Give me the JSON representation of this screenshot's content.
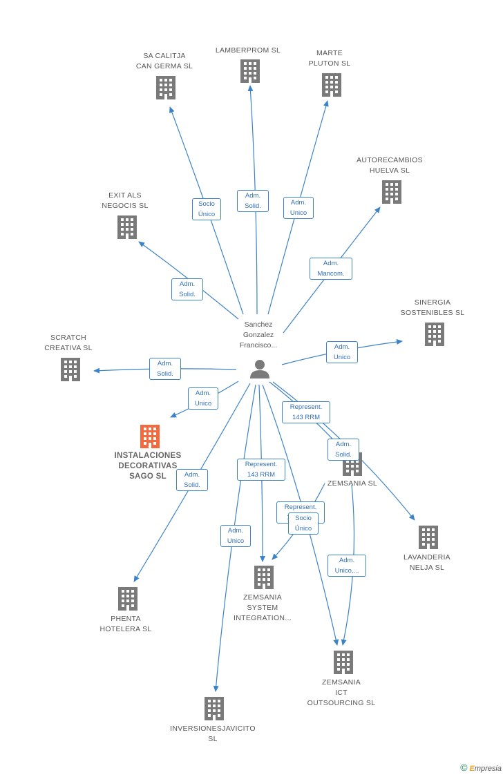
{
  "colors": {
    "edge": "#3b82c8",
    "building": "#7a7a7a",
    "highlight": "#f26a3d",
    "person": "#7a7a7a"
  },
  "person": {
    "lines": [
      "Sanchez",
      "Gonzalez",
      "Francisco..."
    ]
  },
  "nodes": [
    {
      "id": "sacalitja",
      "lines": [
        "SA CALITJA",
        "CAN GERMA SL"
      ]
    },
    {
      "id": "lamberprom",
      "lines": [
        "LAMBERPROM SL"
      ]
    },
    {
      "id": "marte",
      "lines": [
        "MARTE",
        "PLUTON SL"
      ]
    },
    {
      "id": "autorecambios",
      "lines": [
        "AUTORECAMBIOS",
        "HUELVA SL"
      ]
    },
    {
      "id": "exitals",
      "lines": [
        "EXIT ALS",
        "NEGOCIS SL"
      ]
    },
    {
      "id": "sinergia",
      "lines": [
        "SINERGIA",
        "SOSTENIBLES SL"
      ]
    },
    {
      "id": "scratch",
      "lines": [
        "SCRATCH",
        "CREATIVA SL"
      ]
    },
    {
      "id": "instalaciones",
      "lines": [
        "INSTALACIONES",
        "DECORATIVAS",
        "SAGO SL"
      ],
      "highlight": true
    },
    {
      "id": "zemsania",
      "lines": [
        "ZEMSANIA SL"
      ]
    },
    {
      "id": "lavanderia",
      "lines": [
        "LAVANDERIA",
        "NELJA SL"
      ]
    },
    {
      "id": "zsystem",
      "lines": [
        "ZEMSANIA",
        "SYSTEM",
        "INTEGRATION..."
      ]
    },
    {
      "id": "phenta",
      "lines": [
        "PHENTA",
        "HOTELERA SL"
      ]
    },
    {
      "id": "zict",
      "lines": [
        "ZEMSANIA",
        "ICT",
        "OUTSOURCING SL"
      ]
    },
    {
      "id": "inversiones",
      "lines": [
        "INVERSIONESJAVICITO",
        "SL"
      ]
    }
  ],
  "edge_labels": [
    {
      "id": "e-sacalitja",
      "lines": [
        "Socio",
        "Único"
      ]
    },
    {
      "id": "e-lamberprom",
      "lines": [
        "Adm.",
        "Solid."
      ]
    },
    {
      "id": "e-marte",
      "lines": [
        "Adm.",
        "Unico"
      ]
    },
    {
      "id": "e-autorecambios",
      "lines": [
        "Adm.",
        "Mancom."
      ]
    },
    {
      "id": "e-exitals",
      "lines": [
        "Adm.",
        "Solid."
      ]
    },
    {
      "id": "e-sinergia",
      "lines": [
        "Adm.",
        "Unico"
      ]
    },
    {
      "id": "e-scratch",
      "lines": [
        "Adm.",
        "Solid."
      ]
    },
    {
      "id": "e-instalaciones",
      "lines": [
        "Adm.",
        "Unico"
      ]
    },
    {
      "id": "e-zemsania-rep",
      "lines": [
        "Represent.",
        "143 RRM"
      ]
    },
    {
      "id": "e-zemsania-adm",
      "lines": [
        "Adm.",
        "Solid."
      ]
    },
    {
      "id": "e-phenta",
      "lines": [
        "Adm.",
        "Solid."
      ]
    },
    {
      "id": "e-zsystem-rep",
      "lines": [
        "Represent.",
        "143 RRM"
      ]
    },
    {
      "id": "e-zict-rep",
      "lines": [
        "Represent.",
        "143 RRM"
      ]
    },
    {
      "id": "e-zsystem-socio",
      "lines": [
        "Socio",
        "Único"
      ]
    },
    {
      "id": "e-inversiones",
      "lines": [
        "Adm.",
        "Unico"
      ]
    },
    {
      "id": "e-zict-adm",
      "lines": [
        "Adm.",
        "Unico,..."
      ]
    }
  ],
  "footer": {
    "copyright": "©",
    "brand_e": "E",
    "brand_rest": "mpresia"
  }
}
